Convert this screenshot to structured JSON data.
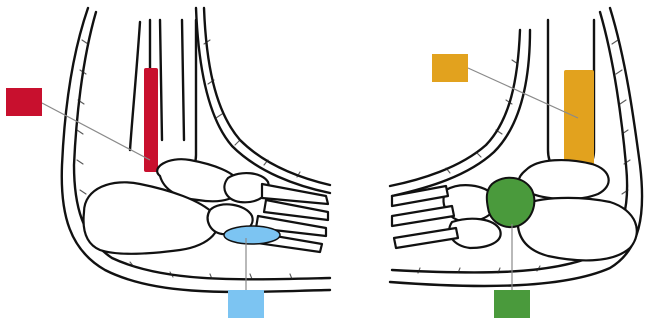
{
  "figure": {
    "left_foot": {
      "markers": [
        {
          "name": "red",
          "color": "#c8102e"
        },
        {
          "name": "blue",
          "color": "#7cc4f2"
        }
      ]
    },
    "right_foot": {
      "markers": [
        {
          "name": "orange",
          "color": "#e2a21e"
        },
        {
          "name": "green",
          "color": "#4a9a3c"
        }
      ]
    }
  }
}
